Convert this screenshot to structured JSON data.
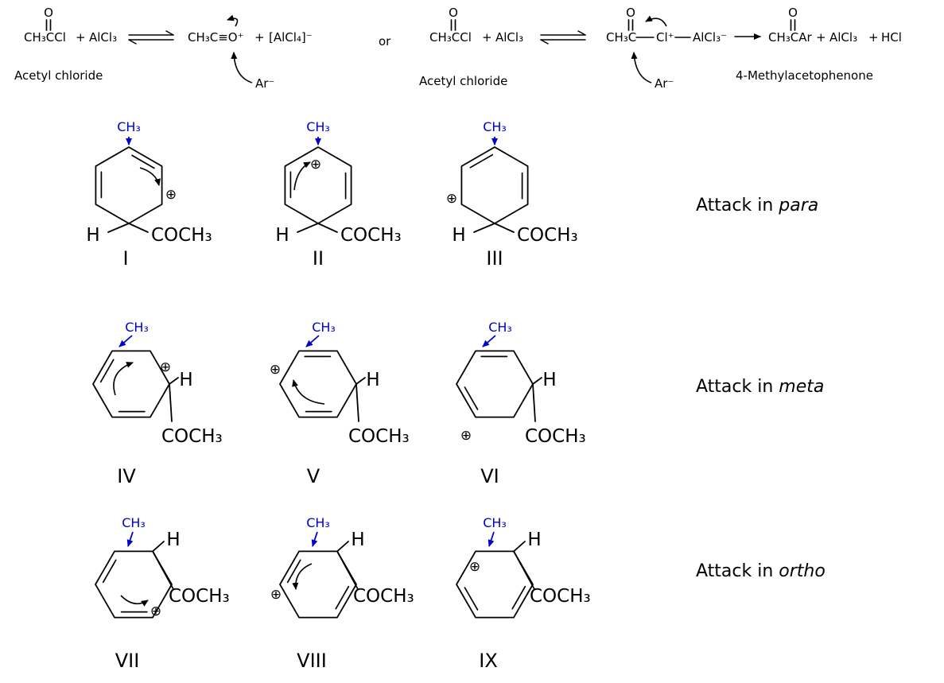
{
  "colors": {
    "background": "#ffffff",
    "text": "#000000",
    "substituent_blue": "#0000cd"
  },
  "equation_left": {
    "carbonyl_o": "O",
    "acetyl_chloride": "CH₃CCl",
    "plus": "+",
    "alcl3": "AlCl₃",
    "acylium": "CH₃C≡O⁺",
    "tetrachloroaluminate": "[AlCl₄]⁻",
    "or_text": "or",
    "acetyl_chloride_name": "Acetyl chloride",
    "aryl_anion": "Ar⁻"
  },
  "equation_right": {
    "carbonyl_o": "O",
    "acetyl_chloride": "CH₃CCl",
    "plus": "+",
    "alcl3": "AlCl₃",
    "complex_acyl": "CH₃C",
    "complex_cl": "Cl⁺",
    "complex_alcl3": "AlCl₃⁻",
    "product": "CH₃CAr",
    "hcl": "HCl",
    "acetyl_chloride_name": "Acetyl chloride",
    "product_name": "4-Methylacetophenone",
    "aryl_anion": "Ar⁻"
  },
  "structure_labels": {
    "methyl": "CH₃",
    "hydrogen": "H",
    "acetyl": "COCH₃",
    "plus_charge": "⊕"
  },
  "rows": [
    {
      "attack_label": "Attack in",
      "attack_mode": "para",
      "numerals": [
        "I",
        "II",
        "III"
      ]
    },
    {
      "attack_label": "Attack in",
      "attack_mode": "meta",
      "numerals": [
        "IV",
        "V",
        "VI"
      ]
    },
    {
      "attack_label": "Attack in",
      "attack_mode": "ortho",
      "numerals": [
        "VII",
        "VIII",
        "IX"
      ]
    }
  ]
}
